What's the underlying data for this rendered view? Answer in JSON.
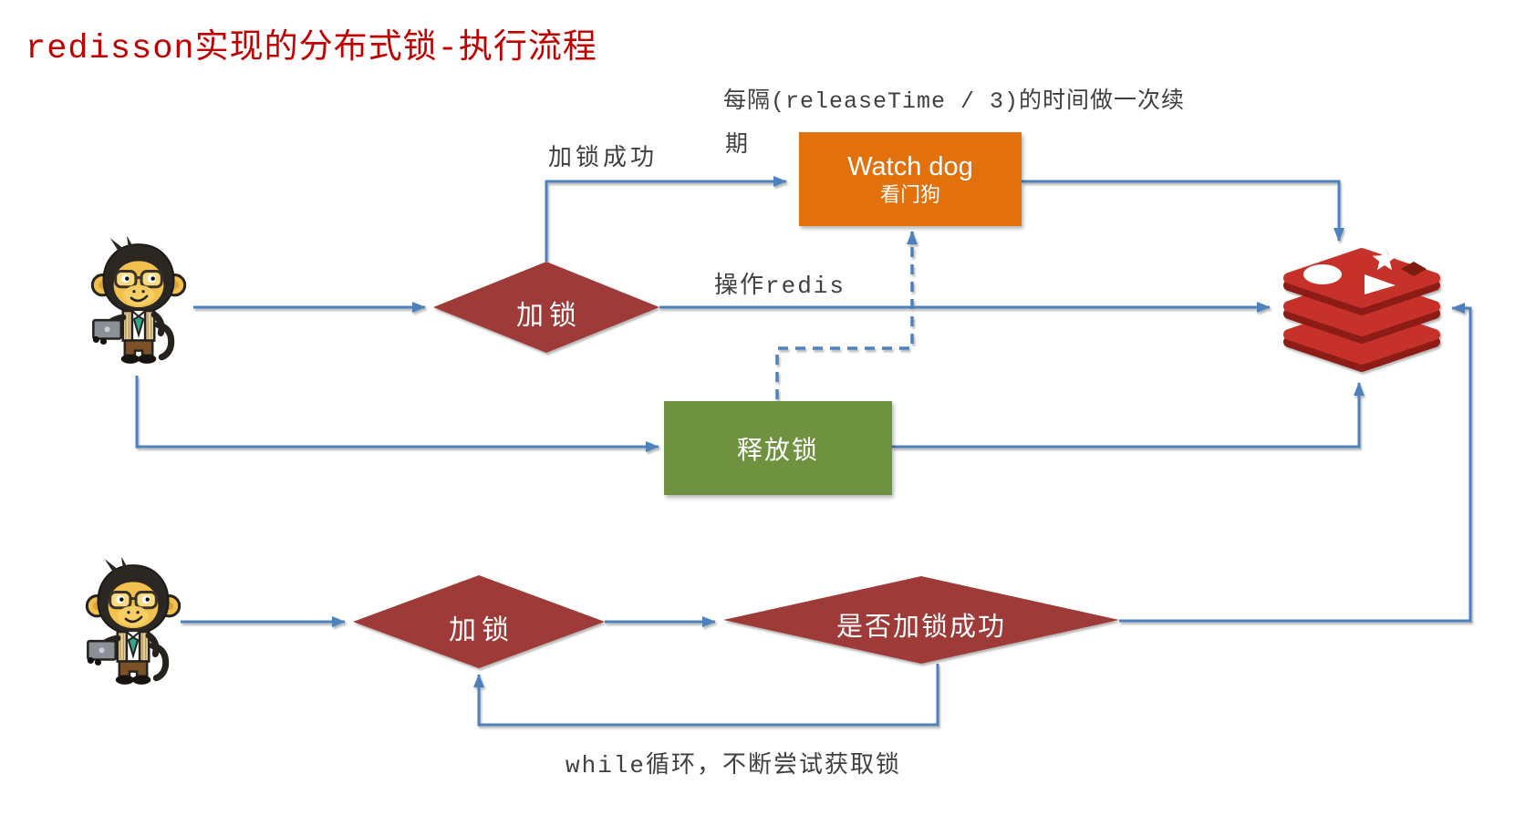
{
  "title": "redisson实现的分布式锁-执行流程",
  "colors": {
    "title_red": "#C00000",
    "arrow_blue": "#4E81BD",
    "diamond_red": "#9E3B38",
    "watchdog_orange": "#E2700B",
    "release_green": "#6F9240",
    "redis_red": "#C6302B",
    "annotation_gray": "#3F3F3F"
  },
  "annotations": {
    "renew_line1": "每隔(releaseTime / 3)的时间做一次续",
    "renew_line2": "期",
    "lock_success": "加锁成功",
    "operate_redis": "操作redis",
    "while_loop": "while循环，不断尝试获取锁"
  },
  "nodes": {
    "lock_attempt_top": {
      "label": "加锁"
    },
    "watch_dog": {
      "title": "Watch dog",
      "subtitle": "看门狗"
    },
    "release_lock": {
      "label": "释放锁"
    },
    "lock_attempt_bottom": {
      "label": "加锁"
    },
    "lock_check": {
      "label": "是否加锁成功"
    }
  },
  "icons": {
    "client_top": "programmer-monkey-icon",
    "client_bottom": "programmer-monkey-icon",
    "datastore": "redis-database-icon"
  }
}
